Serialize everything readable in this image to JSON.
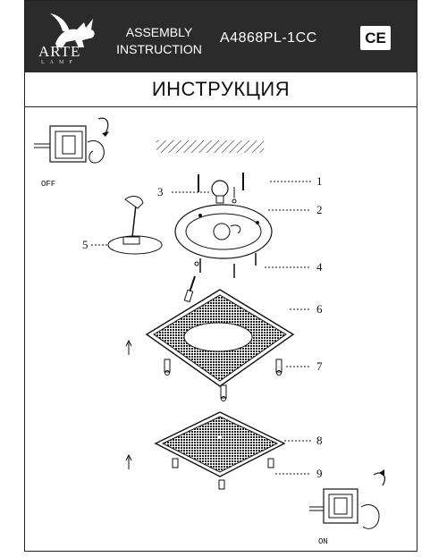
{
  "header": {
    "brand": "ARTE",
    "brand_sub": "LAMP",
    "title_line1": "ASSEMBLY",
    "title_line2": "INSTRUCTION",
    "model": "A4868PL-1CC",
    "cert_mark": "CE"
  },
  "title": "ИНСТРУКЦИЯ",
  "switch_off_label": "OFF",
  "switch_on_label": "ON",
  "part_numbers": [
    "1",
    "2",
    "3",
    "4",
    "5",
    "6",
    "7",
    "8",
    "9"
  ]
}
